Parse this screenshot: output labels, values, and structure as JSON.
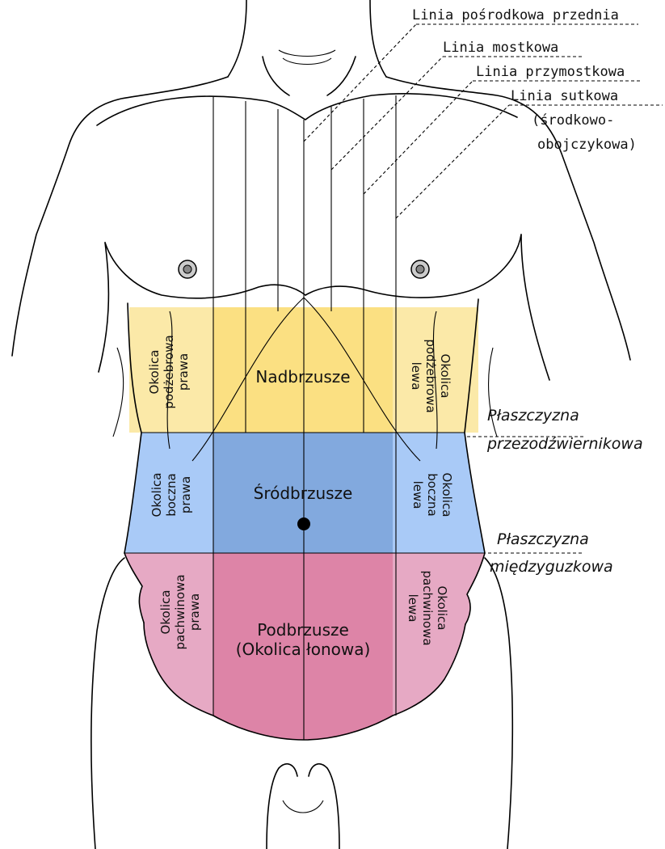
{
  "colors": {
    "upper": "#fbe9a8",
    "upper_center": "#fbe082",
    "middle": "#a9caf7",
    "middle_center": "#82a9de",
    "lower": "#e6a9c4",
    "lower_center": "#dd84a7",
    "outline": "#000000"
  },
  "lines": {
    "midline": "Linia pośrodkowa przednia",
    "sternal": "Linia mostkowa",
    "parasternal": "Linia przymostkowa",
    "mammillary": "Linia sutkowa",
    "mammillary_sub1": "(środkowo-",
    "mammillary_sub2": "obojczykowa)"
  },
  "planes": {
    "transpyloric_1": "Płaszczyzna",
    "transpyloric_2": "przezodźwiernikowa",
    "intertubercular_1": "Płaszczyzna",
    "intertubercular_2": "międzyguzkowa"
  },
  "regions": {
    "epigastrium": "Nadbrzusze",
    "umbilical": "Śródbrzusze",
    "hypogastrium_1": "Podbrzusze",
    "hypogastrium_2": "(Okolica łonowa)",
    "r_hypochondriac": [
      "Okolica",
      "podżebrowa",
      "prawa"
    ],
    "l_hypochondriac": [
      "Okolica",
      "podżebrowa",
      "lewa"
    ],
    "r_lateral": [
      "Okolica",
      "boczna",
      "prawa"
    ],
    "l_lateral": [
      "Okolica",
      "boczna",
      "lewa"
    ],
    "r_inguinal": [
      "Okolica",
      "pachwinowa",
      "prawa"
    ],
    "l_inguinal": [
      "Okolica",
      "pachwinowa",
      "lewa"
    ]
  }
}
